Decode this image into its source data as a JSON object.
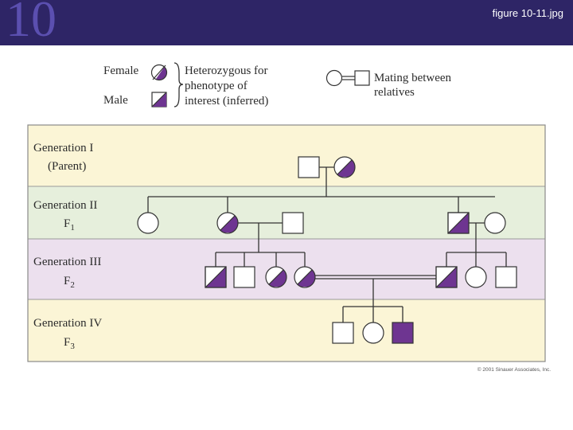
{
  "slide": {
    "number": "10",
    "filename": "figure 10-11.jpg"
  },
  "legend": {
    "female": "Female",
    "male": "Male",
    "heterozygous": [
      "Heterozygous for",
      "phenotype of",
      "interest (inferred)"
    ],
    "mating": [
      "Mating between",
      "relatives"
    ]
  },
  "generations": [
    {
      "label": "Generation I",
      "sub": "(Parent)",
      "sub_suffix": ""
    },
    {
      "label": "Generation II",
      "sub": "F",
      "sub_suffix": "1"
    },
    {
      "label": "Generation III",
      "sub": "F",
      "sub_suffix": "2"
    },
    {
      "label": "Generation IV",
      "sub": "F",
      "sub_suffix": "3"
    }
  ],
  "colors": {
    "band1": "#fbf5d6",
    "band2": "#e6efdc",
    "band3": "#ece0ee",
    "band4": "#fbf5d6",
    "purple": "#6e3591",
    "header": "#2e2566"
  },
  "copyright": "© 2001 Sinauer Associates, Inc."
}
